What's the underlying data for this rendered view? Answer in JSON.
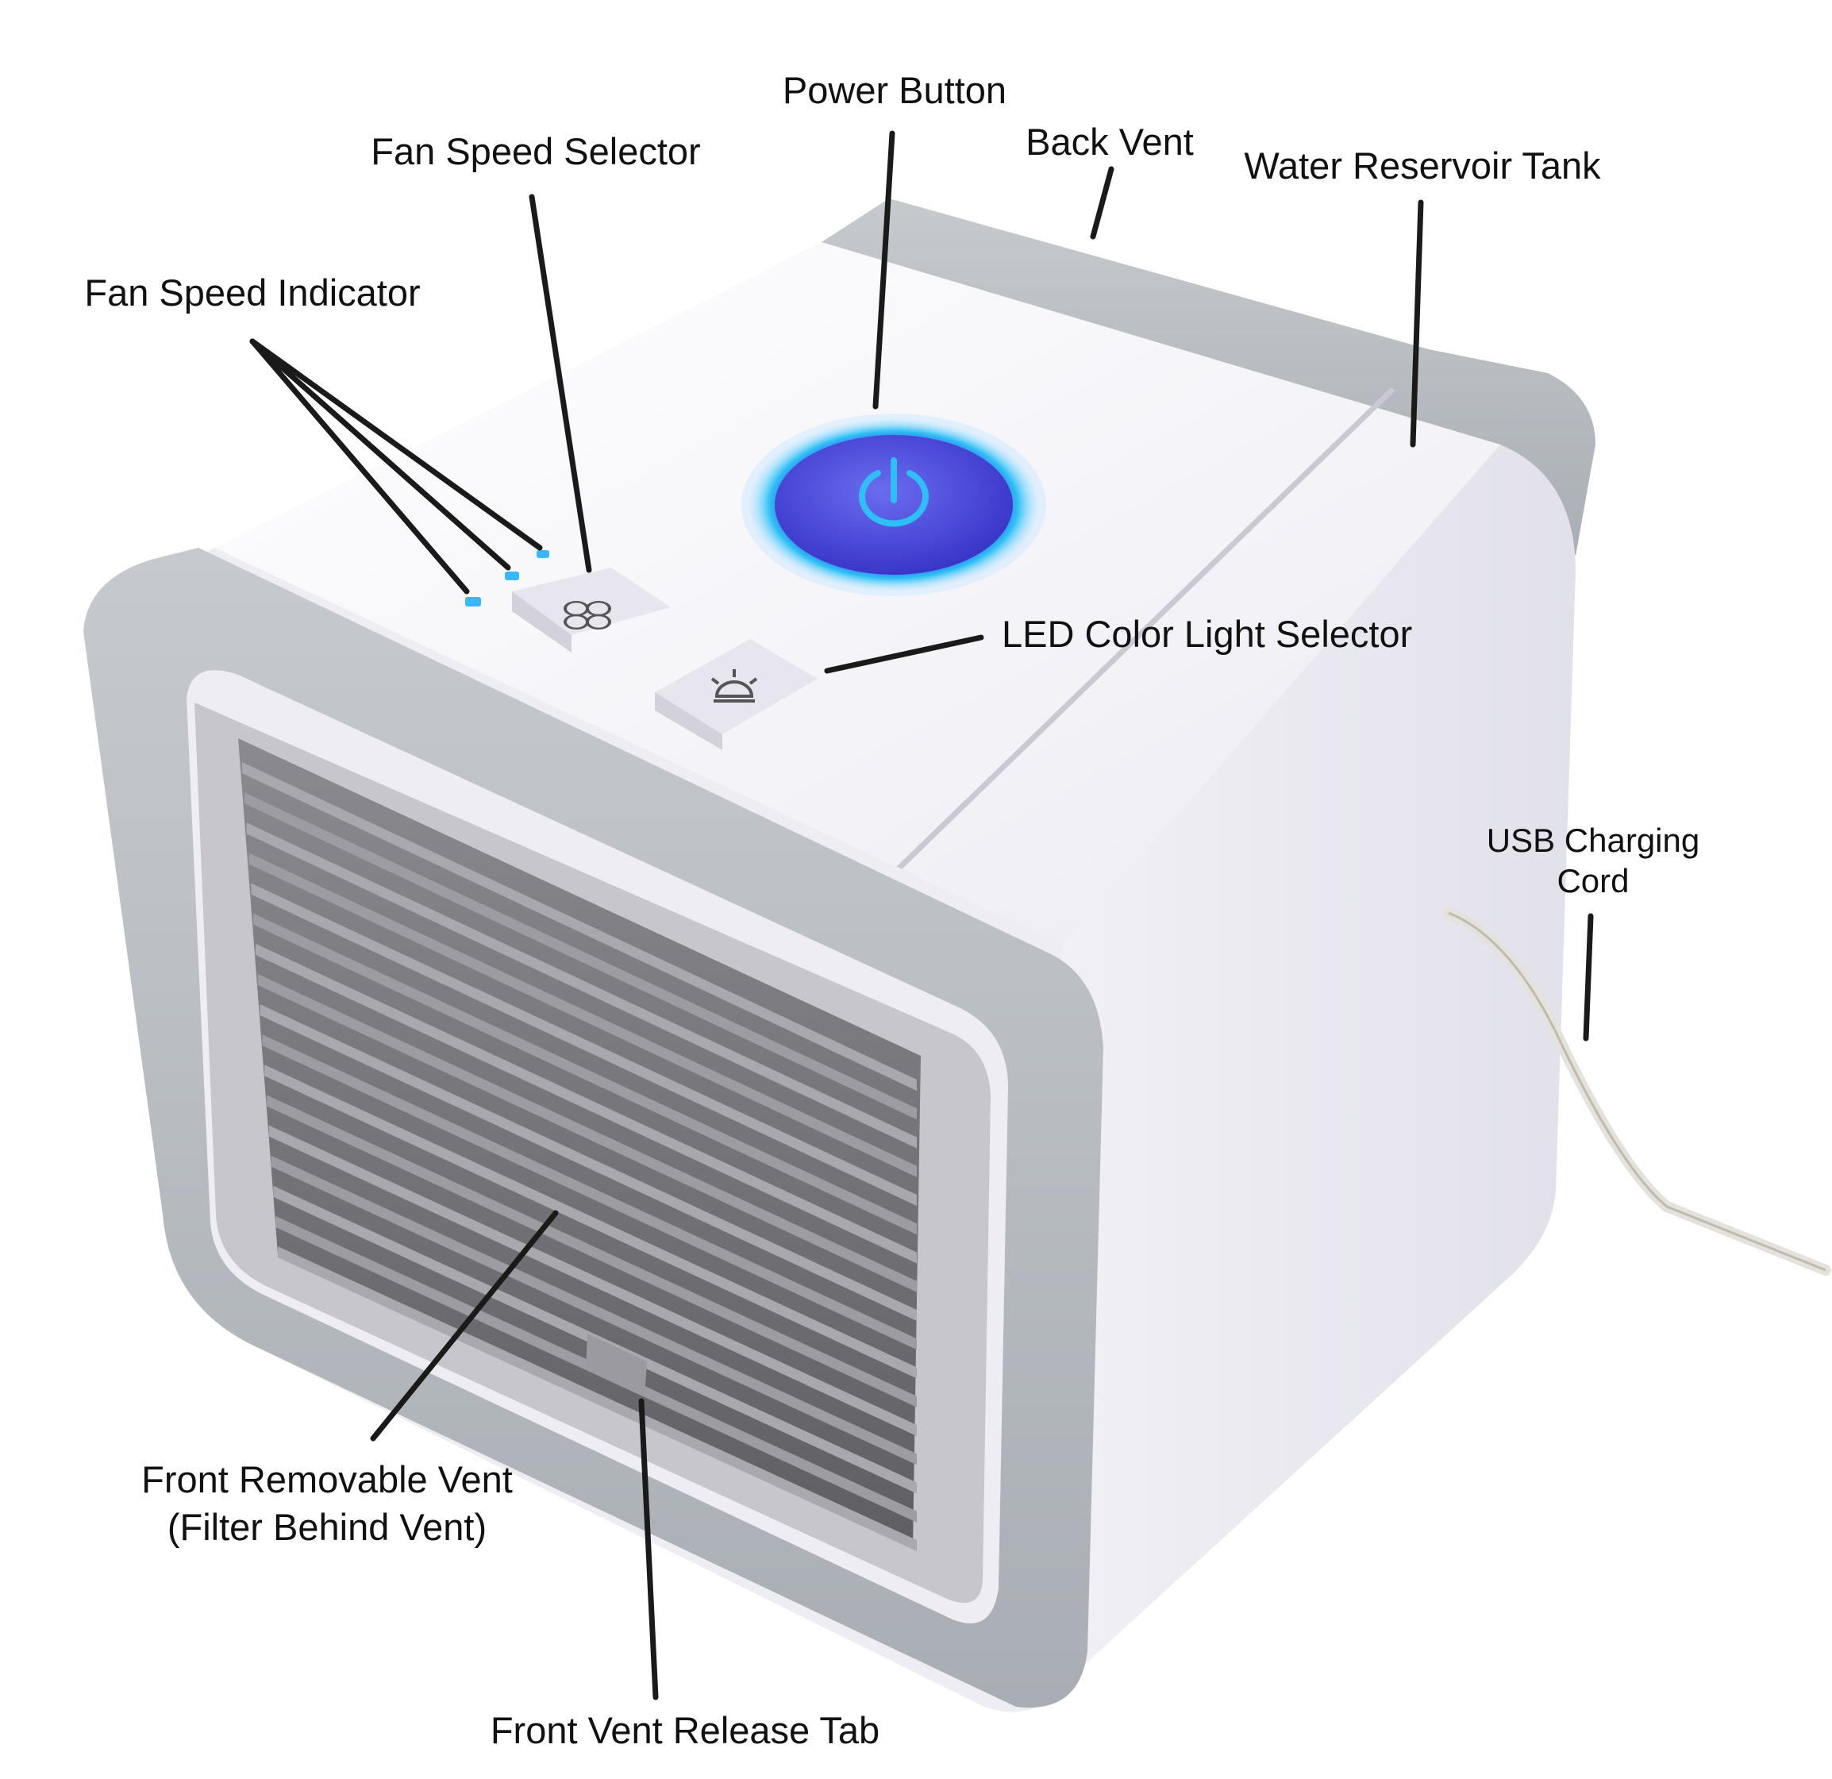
{
  "labels": {
    "power_button": "Power Button",
    "back_vent": "Back Vent",
    "water_reservoir_tank": "Water Reservoir Tank",
    "fan_speed_selector": "Fan Speed Selector",
    "fan_speed_indicator": "Fan Speed Indicator",
    "led_color_light_selector": "LED Color Light Selector",
    "usb_charging_cord_line1": "USB Charging",
    "usb_charging_cord_line2": "Cord",
    "front_removable_vent_line1": "Front Removable Vent",
    "front_removable_vent_line2": "(Filter Behind Vent)",
    "front_vent_release_tab": "Front Vent Release Tab"
  },
  "colors": {
    "background": "#ffffff",
    "body_white": "#f4f3f8",
    "trim_gray": "#b9bec4",
    "vent_dark": "#6e6e73",
    "power_glow": "#2fb6f2",
    "power_core": "#4a4ce0",
    "indicator_led": "#39b7ff",
    "leader_line": "#1a1a1a"
  },
  "icons": {
    "power": "power-icon",
    "fan": "fan-icon",
    "light": "light-bulb-icon"
  }
}
